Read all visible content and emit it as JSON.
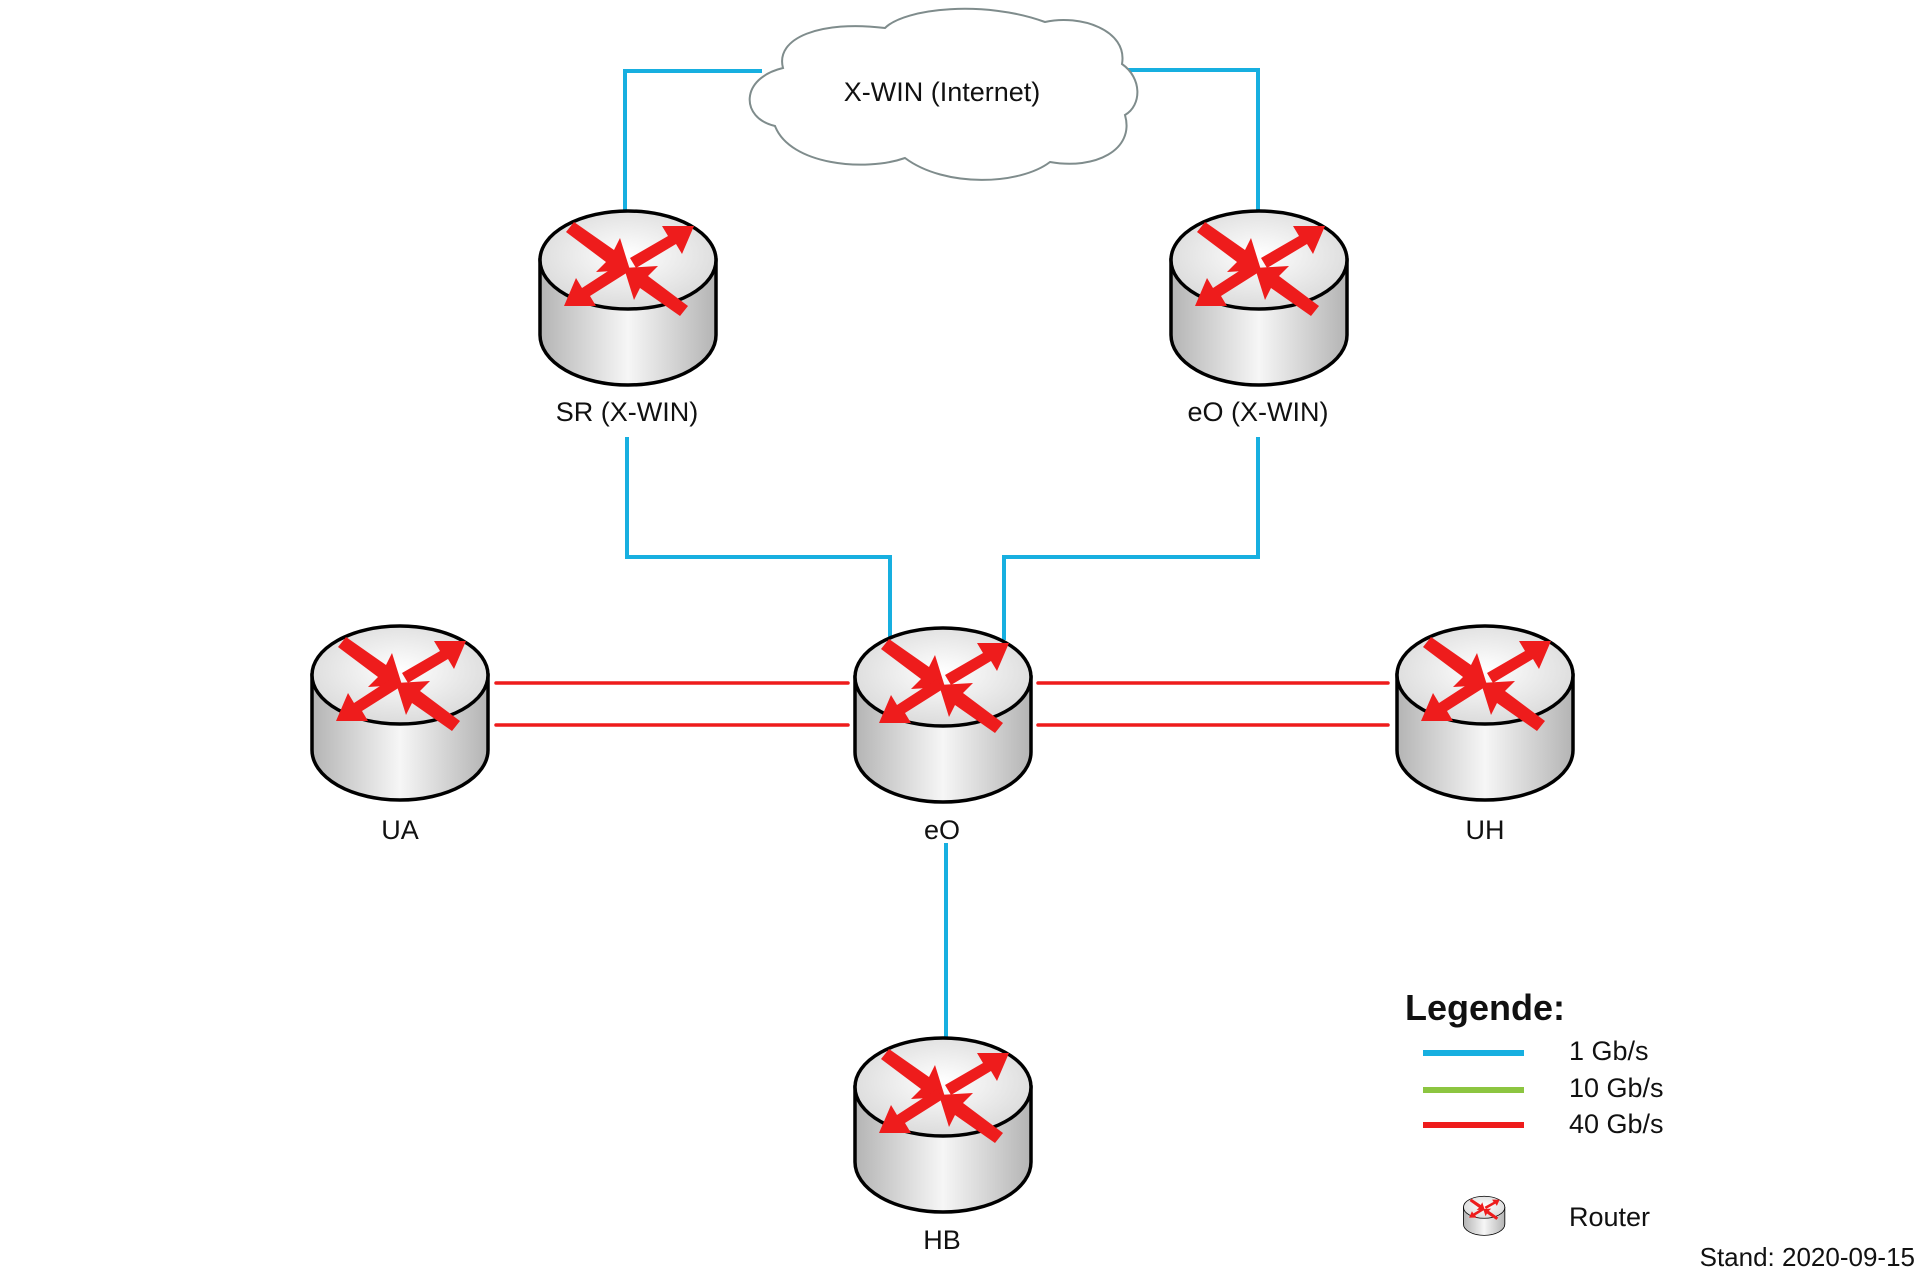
{
  "diagram": {
    "type": "network-topology",
    "cloud": {
      "label": "X-WIN (Internet)"
    },
    "nodes": [
      {
        "id": "sr_xwin",
        "label": "SR (X-WIN)",
        "kind": "router"
      },
      {
        "id": "eo_xwin",
        "label": "eO (X-WIN)",
        "kind": "router"
      },
      {
        "id": "ua",
        "label": "UA",
        "kind": "router"
      },
      {
        "id": "eo",
        "label": "eO",
        "kind": "router"
      },
      {
        "id": "uh",
        "label": "UH",
        "kind": "router"
      },
      {
        "id": "hb",
        "label": "HB",
        "kind": "router"
      }
    ],
    "links": [
      {
        "from": "cloud",
        "to": "sr_xwin",
        "speed": "1 Gb/s"
      },
      {
        "from": "cloud",
        "to": "eo_xwin",
        "speed": "1 Gb/s"
      },
      {
        "from": "sr_xwin",
        "to": "eo",
        "speed": "1 Gb/s"
      },
      {
        "from": "eo_xwin",
        "to": "eo",
        "speed": "1 Gb/s"
      },
      {
        "from": "ua",
        "to": "eo",
        "speed": "40 Gb/s",
        "count": 2
      },
      {
        "from": "eo",
        "to": "uh",
        "speed": "40 Gb/s",
        "count": 2
      },
      {
        "from": "eo",
        "to": "hb",
        "speed": "1 Gb/s"
      }
    ]
  },
  "legend": {
    "title": "Legende:",
    "items": [
      {
        "label": "1 Gb/s",
        "color": "#17afe0"
      },
      {
        "label": "10 Gb/s",
        "color": "#8cc540"
      },
      {
        "label": "40 Gb/s",
        "color": "#ee1c1c"
      }
    ],
    "router_label": "Router"
  },
  "colors": {
    "link_1g": "#17afe0",
    "link_40g": "#ee1c1c",
    "arrow": "#ee1c1c",
    "cloud_stroke": "#7f8c8c"
  },
  "stand": "Stand: 2020-09-15"
}
